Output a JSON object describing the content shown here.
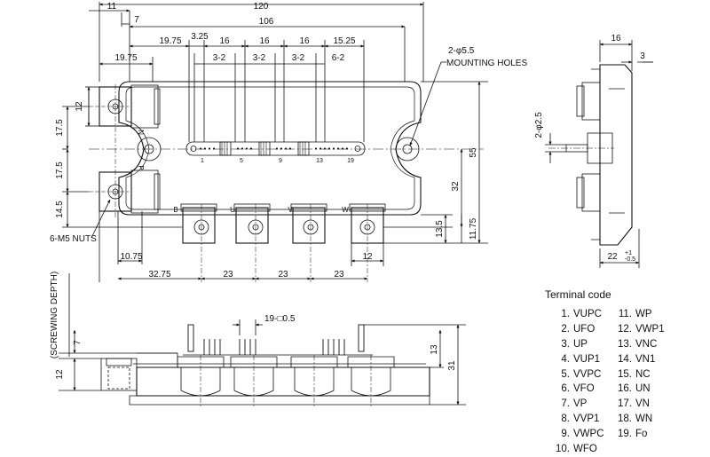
{
  "top_view": {
    "dims_top": [
      "11",
      "120",
      "7",
      "106"
    ],
    "dims_row2": [
      "19.75",
      "3.25",
      "16",
      "16",
      "16",
      "15.25"
    ],
    "dims_row3": [
      "19.75",
      "3-2",
      "3-2",
      "3-2",
      "6-2"
    ],
    "dims_left": [
      "12",
      "17.5",
      "17.5",
      "14.5"
    ],
    "dims_right": [
      "55",
      "32",
      "13.5",
      "11.75"
    ],
    "dims_bottom": [
      "10.75",
      "12",
      "32.75",
      "23",
      "23",
      "23"
    ],
    "mounting_qty": "2-φ5.5",
    "mounting_label": "MOUNTING HOLES",
    "nuts_label": "6-M5 NUTS",
    "pin_numbers": [
      "1",
      "5",
      "9",
      "13",
      "19"
    ],
    "terminal_letters": [
      "N",
      "P",
      "B",
      "U",
      "V",
      "W"
    ]
  },
  "side_view": {
    "dim_width": "16",
    "dim_offset": "3",
    "dim_pin": "2-φ2.5",
    "dim_depth": "22",
    "dim_depth_tol": "+1",
    "dim_depth_tol2": "-0.5"
  },
  "front_view": {
    "screwing_label": "(SCREWING DEPTH)",
    "dim_screw": [
      "7",
      "12"
    ],
    "pin_pitch": "19-□0.5",
    "dim_right": [
      "13",
      "31"
    ]
  },
  "terminal_code": {
    "title": "Terminal code",
    "left": [
      {
        "n": "1.",
        "name": "VUPC"
      },
      {
        "n": "2.",
        "name": "UFO"
      },
      {
        "n": "3.",
        "name": "UP"
      },
      {
        "n": "4.",
        "name": "VUP1"
      },
      {
        "n": "5.",
        "name": "VVPC"
      },
      {
        "n": "6.",
        "name": "VFO"
      },
      {
        "n": "7.",
        "name": "VP"
      },
      {
        "n": "8.",
        "name": "VVP1"
      },
      {
        "n": "9.",
        "name": "VWPC"
      },
      {
        "n": "10.",
        "name": "WFO"
      }
    ],
    "right": [
      {
        "n": "11.",
        "name": "WP"
      },
      {
        "n": "12.",
        "name": "VWP1"
      },
      {
        "n": "13.",
        "name": "VNC"
      },
      {
        "n": "14.",
        "name": "VN1"
      },
      {
        "n": "15.",
        "name": "NC"
      },
      {
        "n": "16.",
        "name": "UN"
      },
      {
        "n": "17.",
        "name": "VN"
      },
      {
        "n": "18.",
        "name": "WN"
      },
      {
        "n": "19.",
        "name": "Fo"
      }
    ]
  }
}
